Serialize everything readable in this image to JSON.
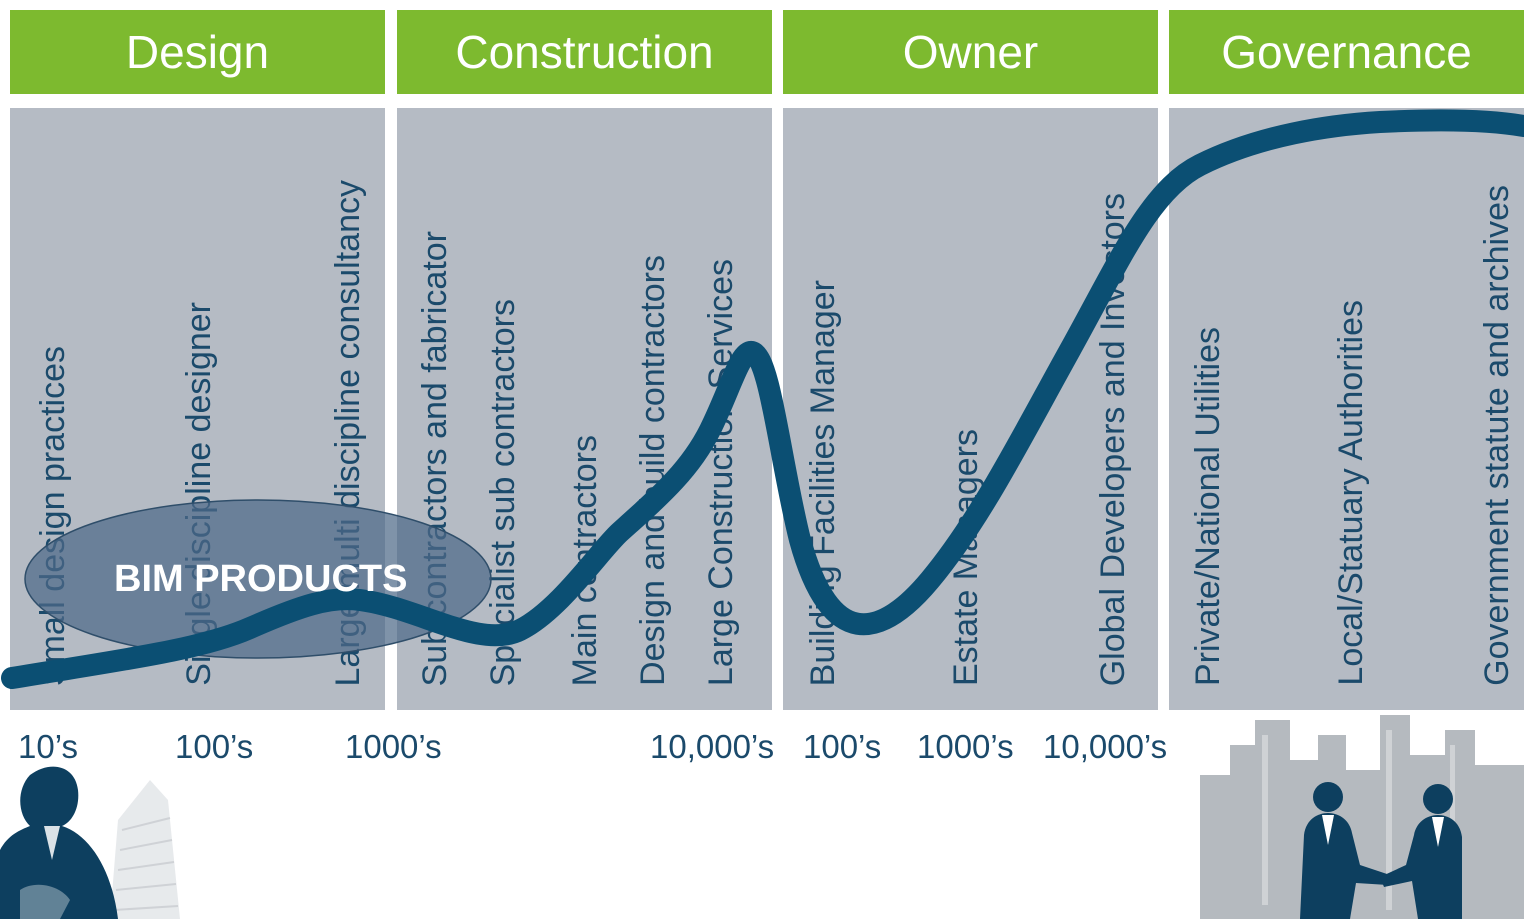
{
  "headers": [
    {
      "label": "Design"
    },
    {
      "label": "Construction"
    },
    {
      "label": "Owner"
    },
    {
      "label": "Governance"
    }
  ],
  "design_items": [
    "Small design practices",
    "Single discipline designer",
    "Large multi discipline consultancy"
  ],
  "construction_items": [
    "Sub contractors and fabricator",
    "Specialist sub contractors",
    "Main contractors",
    "Design and build contractors",
    "Large Construction Services"
  ],
  "owner_items": [
    "Building Facilities Manager",
    "Estate Managers",
    "Global Developers and Investors"
  ],
  "governance_items": [
    "Private/National Utilities",
    "Local/Statuary Authorities",
    "Government statute and archives"
  ],
  "scale_labels": [
    "10’s",
    "100’s",
    "1000’s",
    "10,000’s",
    "100’s",
    "1000’s",
    "10,000’s"
  ],
  "bim_label": "BIM PRODUCTS",
  "colors": {
    "header_green": "#7dba2f",
    "panel_grey": "#b5bbc4",
    "curve_blue": "#0b4f73",
    "text_blue": "#1b4a6b",
    "ellipse_fill": "#4d6a88"
  },
  "icons": [
    "businessman-silhouette",
    "handshake-silhouette",
    "city-skyline"
  ]
}
